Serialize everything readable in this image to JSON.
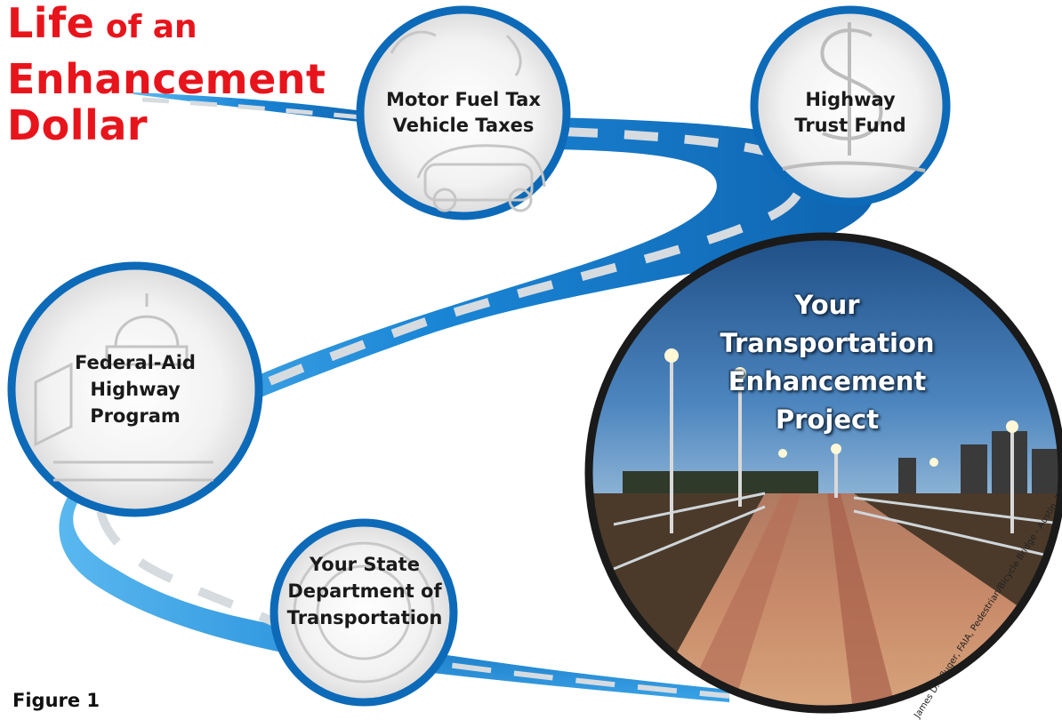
{
  "title": {
    "line1_big": "Life",
    "line1_small": " of an",
    "line2": "Enhancement",
    "line3": "Dollar"
  },
  "colors": {
    "title": "#e8141c",
    "road": "#1a7fcf",
    "road_light": "#5ab8ef",
    "ring": "#0d6ab8",
    "final_ring": "#1a1a1a",
    "dash": "#d8dde2"
  },
  "nodes": [
    {
      "id": "fuel-tax",
      "lines": [
        "Motor Fuel Tax",
        "Vehicle Taxes"
      ],
      "icon": "car-sketch"
    },
    {
      "id": "trust-fund",
      "lines": [
        "Highway",
        "Trust Fund"
      ],
      "icon": "dollar-sign-sketch"
    },
    {
      "id": "federal-aid",
      "lines": [
        "Federal-Aid",
        "Highway",
        "Program"
      ],
      "icon": "capitol-dome-sketch"
    },
    {
      "id": "state-dot",
      "lines": [
        "Your State",
        "Department of",
        "Transportation"
      ],
      "icon": "dot-seal-sketch"
    }
  ],
  "final": {
    "lines": [
      "Your",
      "Transportation",
      "Enhancement",
      "Project"
    ],
    "photo": "pedestrian-bridge-dusk-photo"
  },
  "figure_label": "Figure 1",
  "photo_credit": "James D. Pfluger, FAIA, Pedestrian/Bicycle Bridge - Austin, TX"
}
